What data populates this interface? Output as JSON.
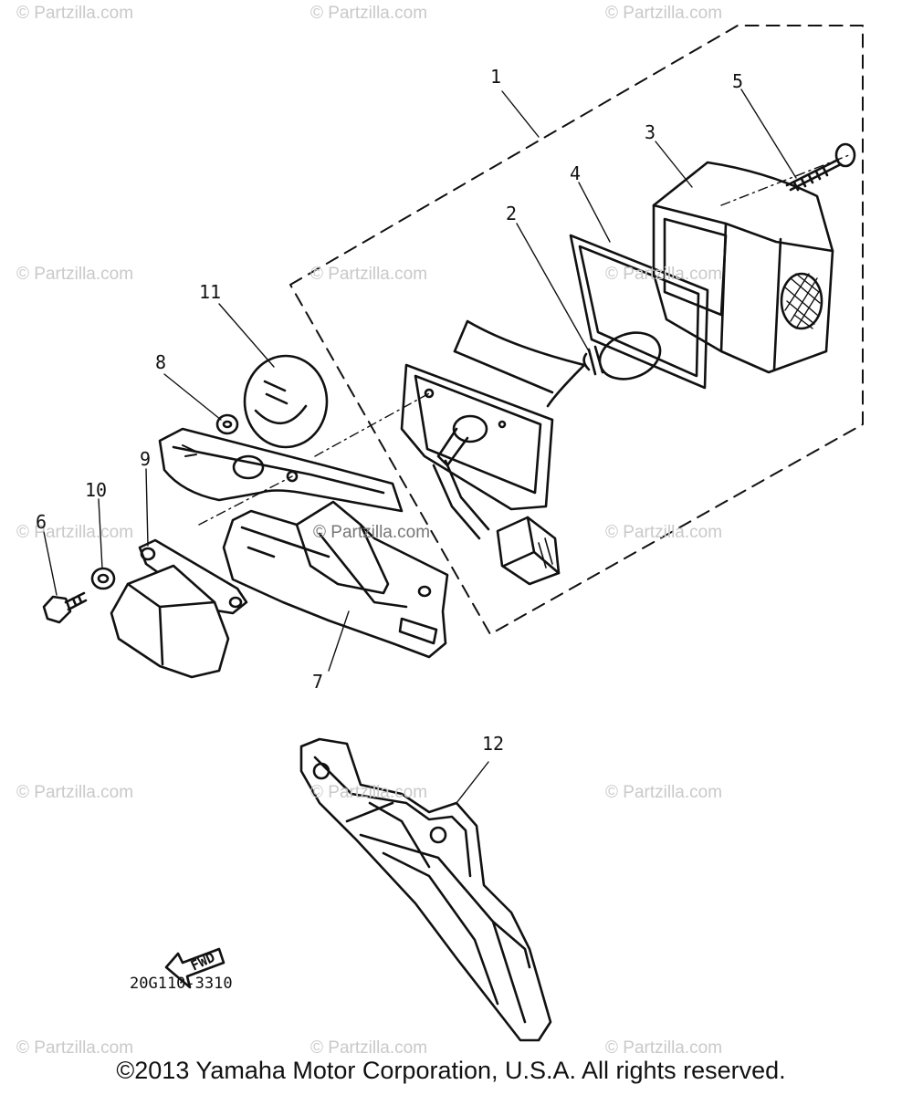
{
  "watermark": "© Partzilla.com",
  "callouts": [
    "1",
    "2",
    "3",
    "4",
    "5",
    "6",
    "7",
    "8",
    "9",
    "10",
    "11",
    "12"
  ],
  "fwd_label": "FWD",
  "part_code": "20G110-3310",
  "copyright": "©2013 Yamaha Motor Corporation, U.S.A. All rights reserved."
}
